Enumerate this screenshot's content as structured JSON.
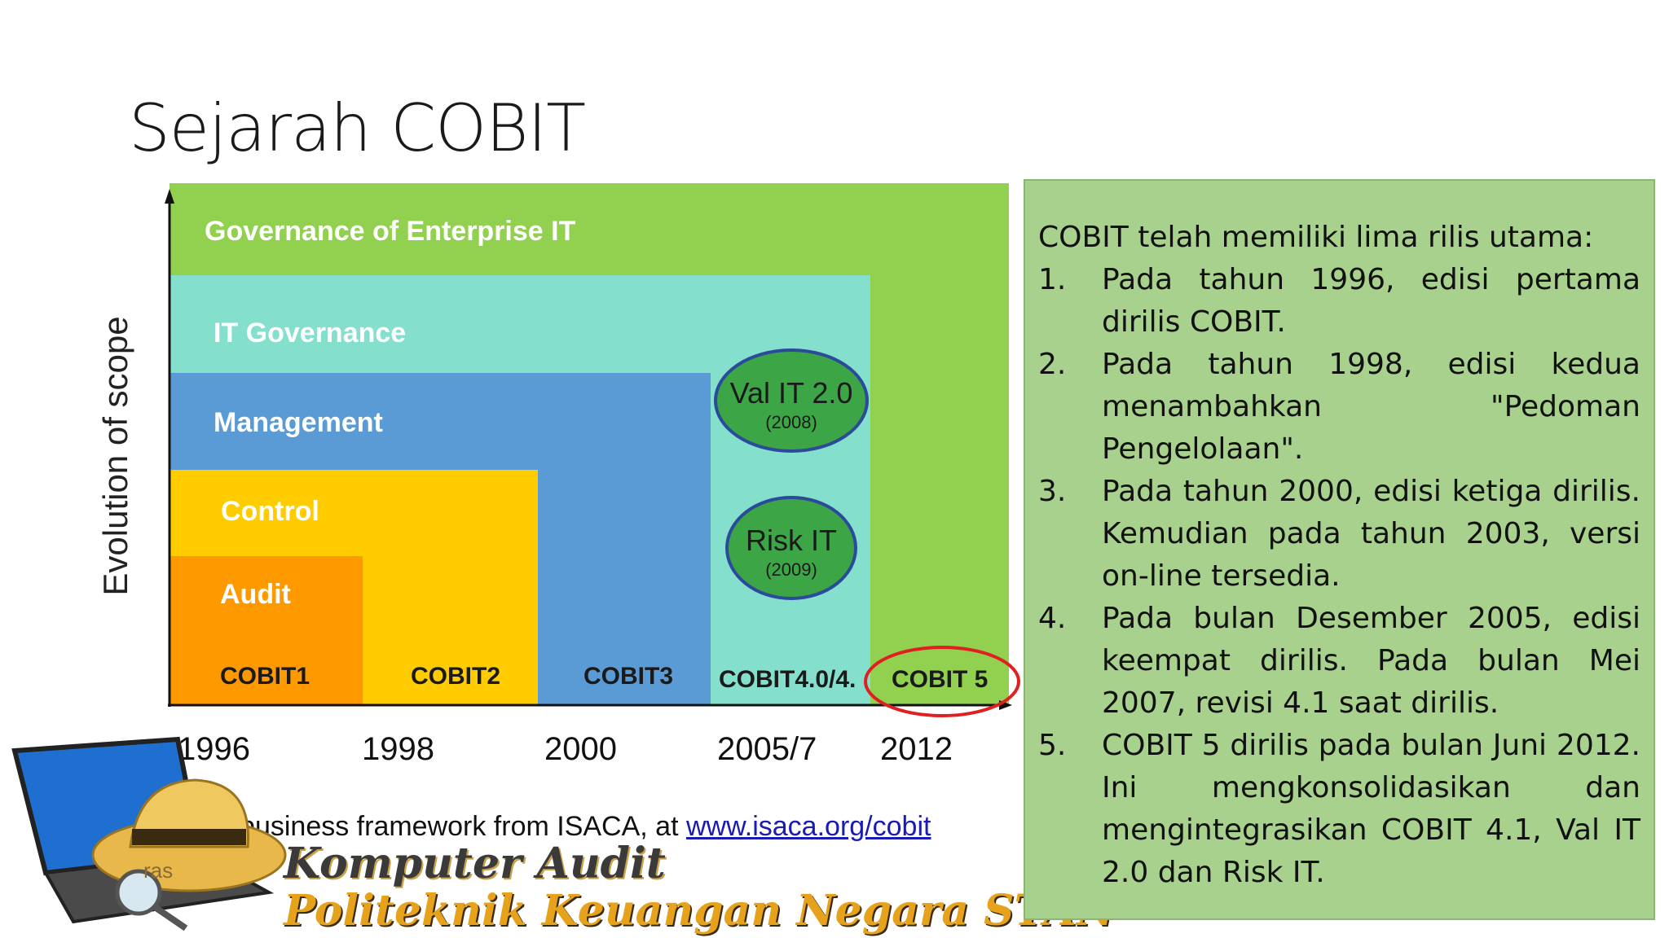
{
  "slide": {
    "title": "Sejarah COBIT"
  },
  "diagram": {
    "y_axis_label": "Evolution of scope",
    "bands": [
      {
        "label": "Governance of Enterprise IT",
        "color": "#92d050"
      },
      {
        "label": "IT Governance",
        "color": "#84dfcd"
      },
      {
        "label": "Management",
        "color": "#5b9bd5"
      },
      {
        "label": "Control",
        "color": "#ffcc00"
      },
      {
        "label": "Audit",
        "color": "#ff9900"
      }
    ],
    "versions": [
      "COBIT1",
      "COBIT2",
      "COBIT3",
      "COBIT4.0/4.",
      "COBIT 5"
    ],
    "years": [
      "1996",
      "1998",
      "2000",
      "2005/7",
      "2012"
    ],
    "ovals": [
      {
        "title": "Val IT 2.0",
        "year": "(2008)"
      },
      {
        "title": "Risk IT",
        "year": "(2009)"
      }
    ],
    "highlight_color": "#e02020",
    "footnote_text": "An business framework from ISACA, at ",
    "footnote_link": "www.isaca.org/cobit"
  },
  "logo": {
    "line1": "Komputer Audit",
    "line2": "Politeknik Keuangan Negara STAN",
    "hat_text": "ras"
  },
  "textbox": {
    "intro": "COBIT telah memiliki lima rilis utama:",
    "items": [
      {
        "num": "1.",
        "text": "Pada tahun 1996, edisi pertama dirilis COBIT."
      },
      {
        "num": "2.",
        "text": "Pada tahun 1998, edisi kedua menambahkan \"Pedoman Pengelolaan\"."
      },
      {
        "num": "3.",
        "text": "Pada tahun 2000, edisi ketiga dirilis. Kemudian pada tahun 2003, versi on-line tersedia."
      },
      {
        "num": "4.",
        "text": "Pada bulan Desember 2005, edisi keempat dirilis. Pada bulan Mei 2007, revisi 4.1 saat dirilis."
      },
      {
        "num": "5.",
        "text": "COBIT 5 dirilis pada bulan Juni 2012. Ini mengkonsolidasikan dan mengintegrasikan COBIT 4.1, Val IT 2.0 dan Risk IT."
      }
    ],
    "background": "#a9d18e"
  }
}
